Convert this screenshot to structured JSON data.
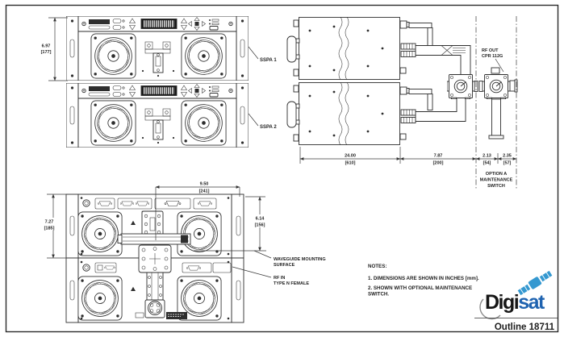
{
  "front_view": {
    "height_dim": {
      "in": "6.97",
      "mm": "[177]"
    },
    "unit_labels": [
      {
        "label": "SSPA 1"
      },
      {
        "label": "SSPA 2"
      }
    ]
  },
  "top_view": {
    "rf_out": {
      "line1": "RF OUT",
      "line2": "CPR 112G"
    },
    "dims": [
      {
        "in": "24.00",
        "mm": "[610]"
      },
      {
        "in": "7.87",
        "mm": "[200]"
      },
      {
        "in": "2.13",
        "mm": "[54]"
      },
      {
        "in": "2.35",
        "mm": "[57]"
      }
    ],
    "option": {
      "line1": "OPTION A",
      "line2": "MAINTENANCE",
      "line3": "SWITCH"
    }
  },
  "rear_view": {
    "width_dim": {
      "in": "9.50",
      "mm": "[241]"
    },
    "height_dim": {
      "in": "7.27",
      "mm": "[185]"
    },
    "wg_dim": {
      "in": "6.14",
      "mm": "[156]"
    },
    "waveguide_label": {
      "line1": "WAVEGUIDE MOUNTING",
      "line2": "SURFACE"
    },
    "rf_in_label": {
      "line1": "RF IN",
      "line2": "TYPE N FEMALE"
    }
  },
  "notes": {
    "title": "NOTES:",
    "note1": "1. DIMENSIONS ARE SHOWN IN INCHES [mm].",
    "note2a": "2. SHOWN WITH OPTIONAL MAINTENANCE",
    "note2b": "SWITCH."
  },
  "title_block": {
    "logo_digi": "Digi",
    "logo_sat": "sat",
    "outline_number": "Outline 18711"
  },
  "colors": {
    "line": "#2e2e2e",
    "logo_blue": "#1f63b0",
    "satellite_blue": "#3498d0",
    "swoosh_gray": "#8a8a8a"
  }
}
